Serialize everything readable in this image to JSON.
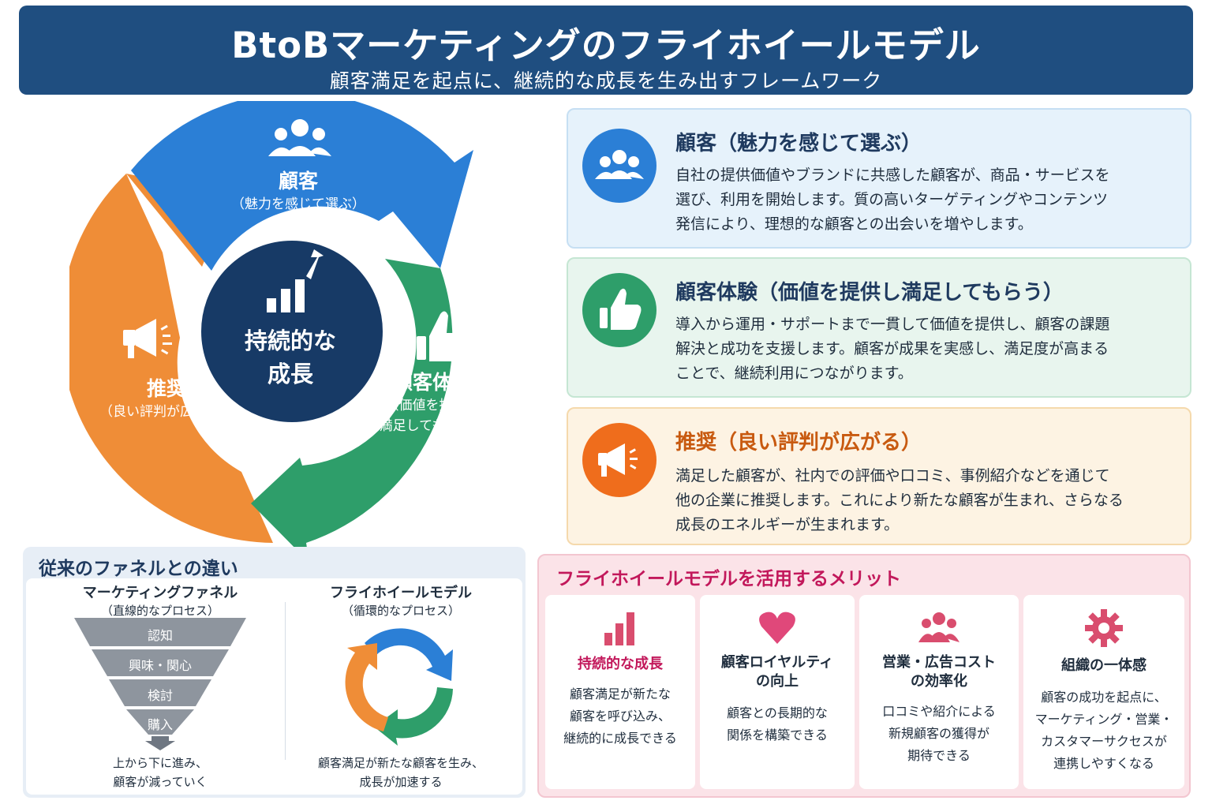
{
  "header": {
    "title": "BtoBマーケティングのフライホイールモデル",
    "subtitle": "顧客満足を起点に、継続的な成長を生み出すフレームワーク"
  },
  "colors": {
    "header_bg": "#1f4e80",
    "blue": "#2b7fd6",
    "green": "#2e9e6a",
    "orange": "#ef8d37",
    "navy": "#173a66",
    "pink": "#c2185b"
  },
  "wheel": {
    "center": "持続的な成長",
    "center_line1": "持続的な",
    "center_line2": "成長",
    "segments": [
      {
        "title": "顧客",
        "subtitle": "（魅力を感じて選ぶ）",
        "icon": "people-icon"
      },
      {
        "title": "顧客体験",
        "subtitle_line1": "（価値を提供し",
        "subtitle_line2": "満足してもらう）",
        "icon": "thumbs-up-icon"
      },
      {
        "title": "推奨",
        "subtitle": "（良い評判が広がる）",
        "icon": "megaphone-icon"
      }
    ]
  },
  "cards": [
    {
      "title": "顧客（魅力を感じて選ぶ）",
      "lines": [
        "自社の提供価値やブランドに共感した顧客が、商品・サービスを",
        "選び、利用を開始します。質の高いターゲティングやコンテンツ",
        "発信により、理想的な顧客との出会いを増やします。"
      ],
      "icon": "people-icon"
    },
    {
      "title": "顧客体験（価値を提供し満足してもらう）",
      "lines": [
        "導入から運用・サポートまで一貫して価値を提供し、顧客の課題",
        "解決と成功を支援します。顧客が成果を実感し、満足度が高まる",
        "ことで、継続利用につながります。"
      ],
      "icon": "thumbs-up-icon"
    },
    {
      "title": "推奨（良い評判が広がる）",
      "lines": [
        "満足した顧客が、社内での評価や口コミ、事例紹介などを通じて",
        "他の企業に推奨します。これにより新たな顧客が生まれ、さらなる",
        "成長のエネルギーが生まれます。"
      ],
      "icon": "megaphone-icon"
    }
  ],
  "compare": {
    "title": "従来のファネルとの違い",
    "funnel": {
      "heading": "マーケティングファネル",
      "sub": "（直線的なプロセス）",
      "stages": [
        "認知",
        "興味・関心",
        "検討",
        "購入"
      ],
      "caption_line1": "上から下に進み、",
      "caption_line2": "顧客が減っていく"
    },
    "flywheel": {
      "heading": "フライホイールモデル",
      "sub": "（循環的なプロセス）",
      "caption_line1": "顧客満足が新たな顧客を生み、",
      "caption_line2": "成長が加速する"
    }
  },
  "merits": {
    "title": "フライホイールモデルを活用するメリット",
    "items": [
      {
        "title_line1": "持続的な成長",
        "title_line2": "",
        "body": [
          "顧客満足が新たな",
          "顧客を呼び込み、",
          "継続的に成長できる"
        ],
        "icon": "bar-chart-icon"
      },
      {
        "title_line1": "顧客ロイヤルティ",
        "title_line2": "の向上",
        "body": [
          "顧客との長期的な",
          "関係を構築できる"
        ],
        "icon": "heart-icon"
      },
      {
        "title_line1": "営業・広告コスト",
        "title_line2": "の効率化",
        "body": [
          "口コミや紹介による",
          "新規顧客の獲得が",
          "期待できる"
        ],
        "icon": "people-icon"
      },
      {
        "title_line1": "組織の一体感",
        "title_line2": "",
        "body": [
          "顧客の成功を起点に、",
          "マーケティング・営業・",
          "カスタマーサクセスが",
          "連携しやすくなる"
        ],
        "icon": "gear-icon"
      }
    ]
  }
}
